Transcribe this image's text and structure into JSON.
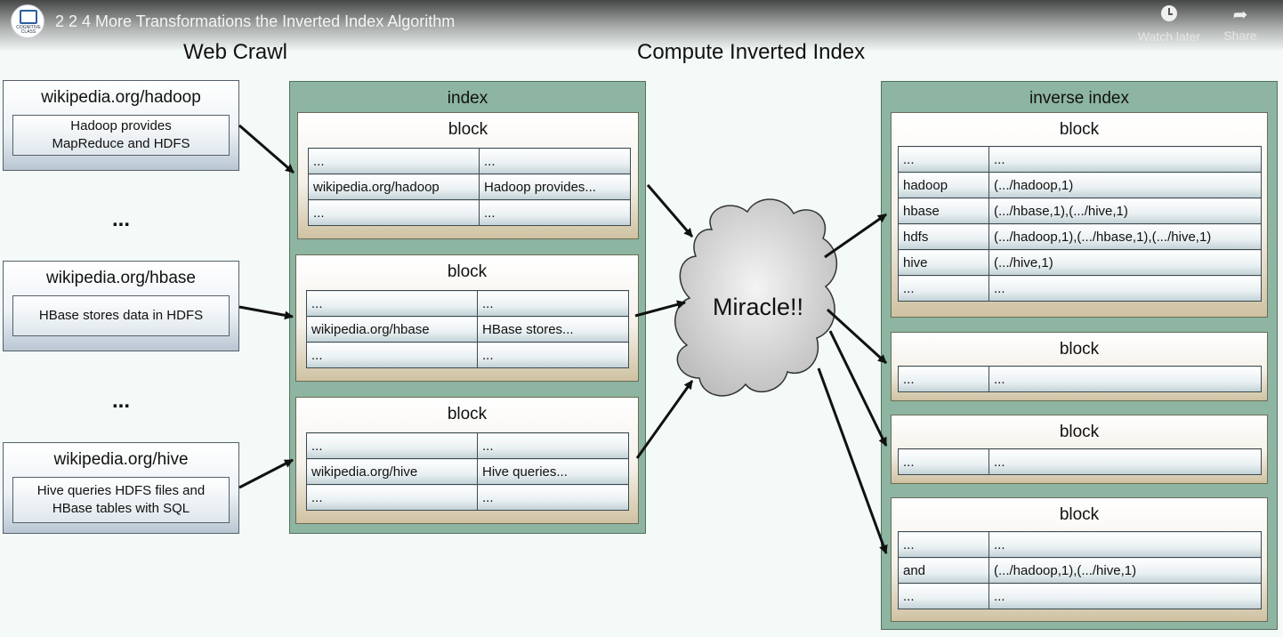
{
  "video": {
    "title": "2 2 4 More Transformations the Inverted Index Algorithm",
    "logo_text": "COGNITIVE CLASS",
    "watch_later_label": "Watch later",
    "share_label": "Share"
  },
  "headings": {
    "web_crawl": "Web Crawl",
    "compute": "Compute Inverted Index"
  },
  "sources": [
    {
      "url": "wikipedia.org/hadoop",
      "text": "Hadoop provides\nMapReduce and HDFS"
    },
    {
      "url": "wikipedia.org/hbase",
      "text": "HBase stores data in HDFS"
    },
    {
      "url": "wikipedia.org/hive",
      "text": "Hive queries HDFS files and\nHBase tables with SQL"
    }
  ],
  "ellipsis": "...",
  "index": {
    "title": "index",
    "blocks": [
      {
        "title": "block",
        "rows": [
          [
            "...",
            "..."
          ],
          [
            "wikipedia.org/hadoop",
            "Hadoop provides..."
          ],
          [
            "...",
            "..."
          ]
        ]
      },
      {
        "title": "block",
        "rows": [
          [
            "...",
            "..."
          ],
          [
            "wikipedia.org/hbase",
            "HBase stores..."
          ],
          [
            "...",
            "..."
          ]
        ]
      },
      {
        "title": "block",
        "rows": [
          [
            "...",
            "..."
          ],
          [
            "wikipedia.org/hive",
            "Hive queries..."
          ],
          [
            "...",
            "..."
          ]
        ]
      }
    ]
  },
  "miracle": "Miracle!!",
  "inverse_index": {
    "title": "inverse index",
    "blocks": [
      {
        "title": "block",
        "rows": [
          [
            "...",
            "..."
          ],
          [
            "hadoop",
            "(.../hadoop,1)"
          ],
          [
            "hbase",
            "(.../hbase,1),(.../hive,1)"
          ],
          [
            "hdfs",
            "(.../hadoop,1),(.../hbase,1),(.../hive,1)"
          ],
          [
            "hive",
            "(.../hive,1)"
          ],
          [
            "...",
            "..."
          ]
        ]
      },
      {
        "title": "block",
        "rows": [
          [
            "...",
            "..."
          ]
        ]
      },
      {
        "title": "block",
        "rows": [
          [
            "...",
            "..."
          ]
        ]
      },
      {
        "title": "block",
        "rows": [
          [
            "...",
            "..."
          ],
          [
            "and",
            "(.../hadoop,1),(.../hive,1)"
          ],
          [
            "...",
            "..."
          ]
        ]
      }
    ]
  }
}
